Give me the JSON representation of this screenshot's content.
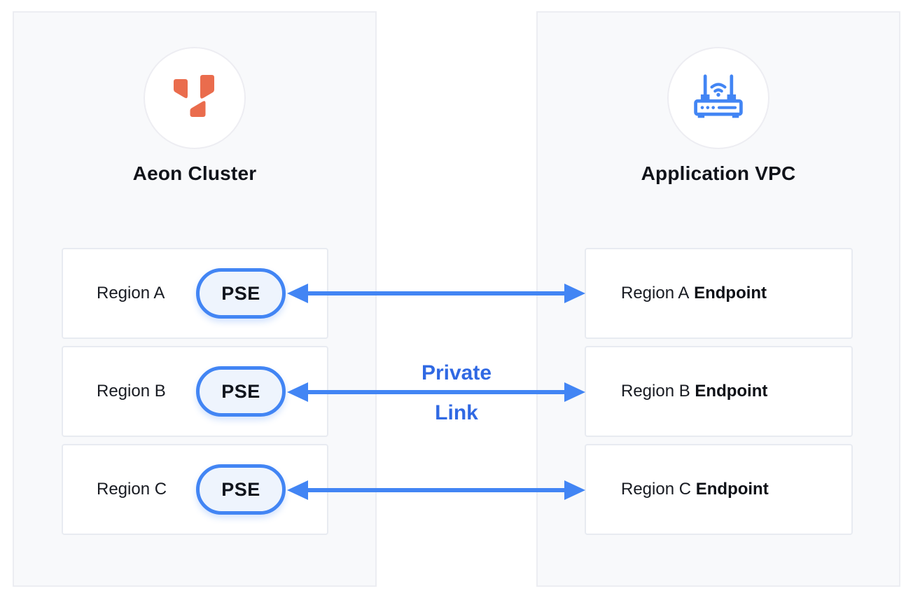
{
  "left_panel": {
    "icon": "aeon-logo-icon",
    "title": "Aeon Cluster",
    "rows": [
      {
        "label": "Region A",
        "badge": "PSE"
      },
      {
        "label": "Region B",
        "badge": "PSE"
      },
      {
        "label": "Region C",
        "badge": "PSE"
      }
    ]
  },
  "right_panel": {
    "icon": "wifi-router-icon",
    "title": "Application VPC",
    "rows": [
      {
        "label": "Region A",
        "suffix": "Endpoint"
      },
      {
        "label": "Region B",
        "suffix": "Endpoint"
      },
      {
        "label": "Region C",
        "suffix": "Endpoint"
      }
    ]
  },
  "connector": {
    "line1": "Private",
    "line2": "Link",
    "arrow_count": 3
  },
  "colors": {
    "arrow_blue": "#4285f4",
    "link_text_blue": "#3069e3",
    "logo_coral": "#EA6C4D",
    "panel_background": "#f8f9fb",
    "pill_fill": "#eef4fd"
  }
}
